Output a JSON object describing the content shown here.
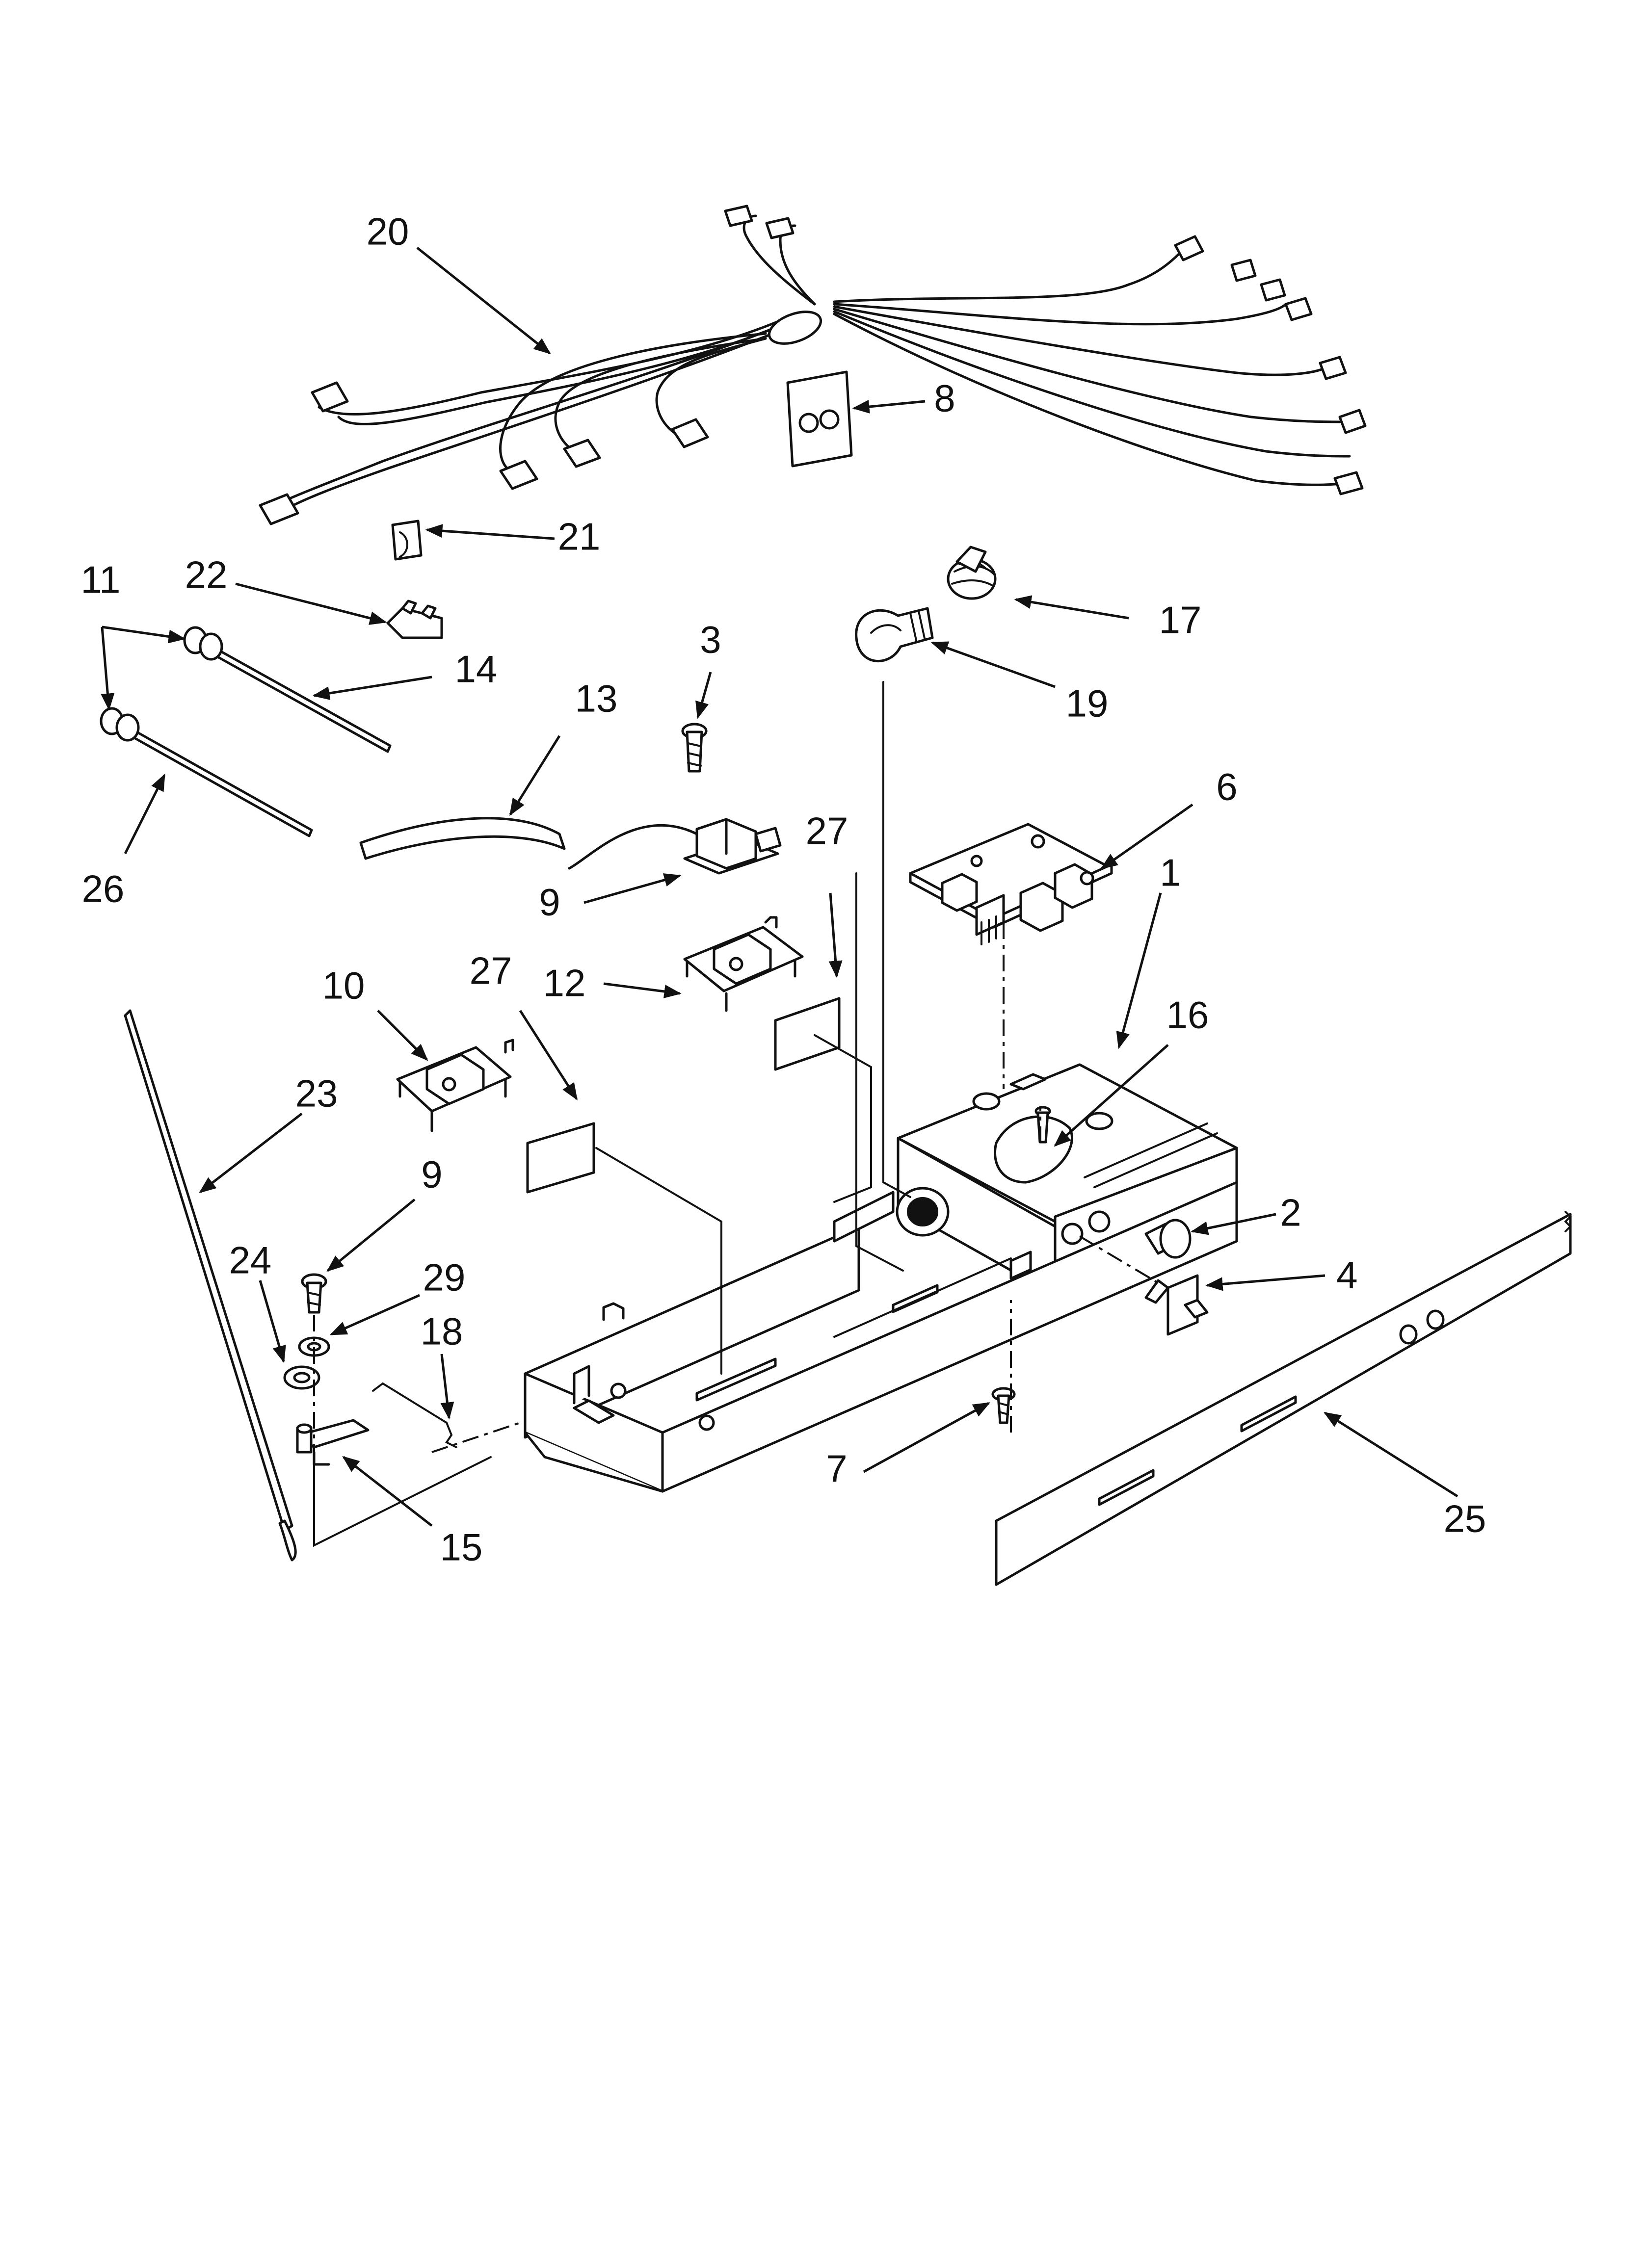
{
  "colors": {
    "ink": "#111111",
    "paper": "#ffffff"
  },
  "callouts": [
    {
      "id": "c20",
      "label": "20"
    },
    {
      "id": "c8",
      "label": "8"
    },
    {
      "id": "c21",
      "label": "21"
    },
    {
      "id": "c11",
      "label": "11"
    },
    {
      "id": "c22",
      "label": "22"
    },
    {
      "id": "c14",
      "label": "14"
    },
    {
      "id": "c3",
      "label": "3"
    },
    {
      "id": "c17",
      "label": "17"
    },
    {
      "id": "c19",
      "label": "19"
    },
    {
      "id": "c13",
      "label": "13"
    },
    {
      "id": "c6",
      "label": "6"
    },
    {
      "id": "c26",
      "label": "26"
    },
    {
      "id": "c9a",
      "label": "9"
    },
    {
      "id": "c27a",
      "label": "27"
    },
    {
      "id": "c1",
      "label": "1"
    },
    {
      "id": "c10",
      "label": "10"
    },
    {
      "id": "c27b",
      "label": "27"
    },
    {
      "id": "c12",
      "label": "12"
    },
    {
      "id": "c16",
      "label": "16"
    },
    {
      "id": "c23",
      "label": "23"
    },
    {
      "id": "c9b",
      "label": "9"
    },
    {
      "id": "c2",
      "label": "2"
    },
    {
      "id": "c24",
      "label": "24"
    },
    {
      "id": "c29",
      "label": "29"
    },
    {
      "id": "c4",
      "label": "4"
    },
    {
      "id": "c18",
      "label": "18"
    },
    {
      "id": "c7",
      "label": "7"
    },
    {
      "id": "c25",
      "label": "25"
    },
    {
      "id": "c15",
      "label": "15"
    }
  ]
}
